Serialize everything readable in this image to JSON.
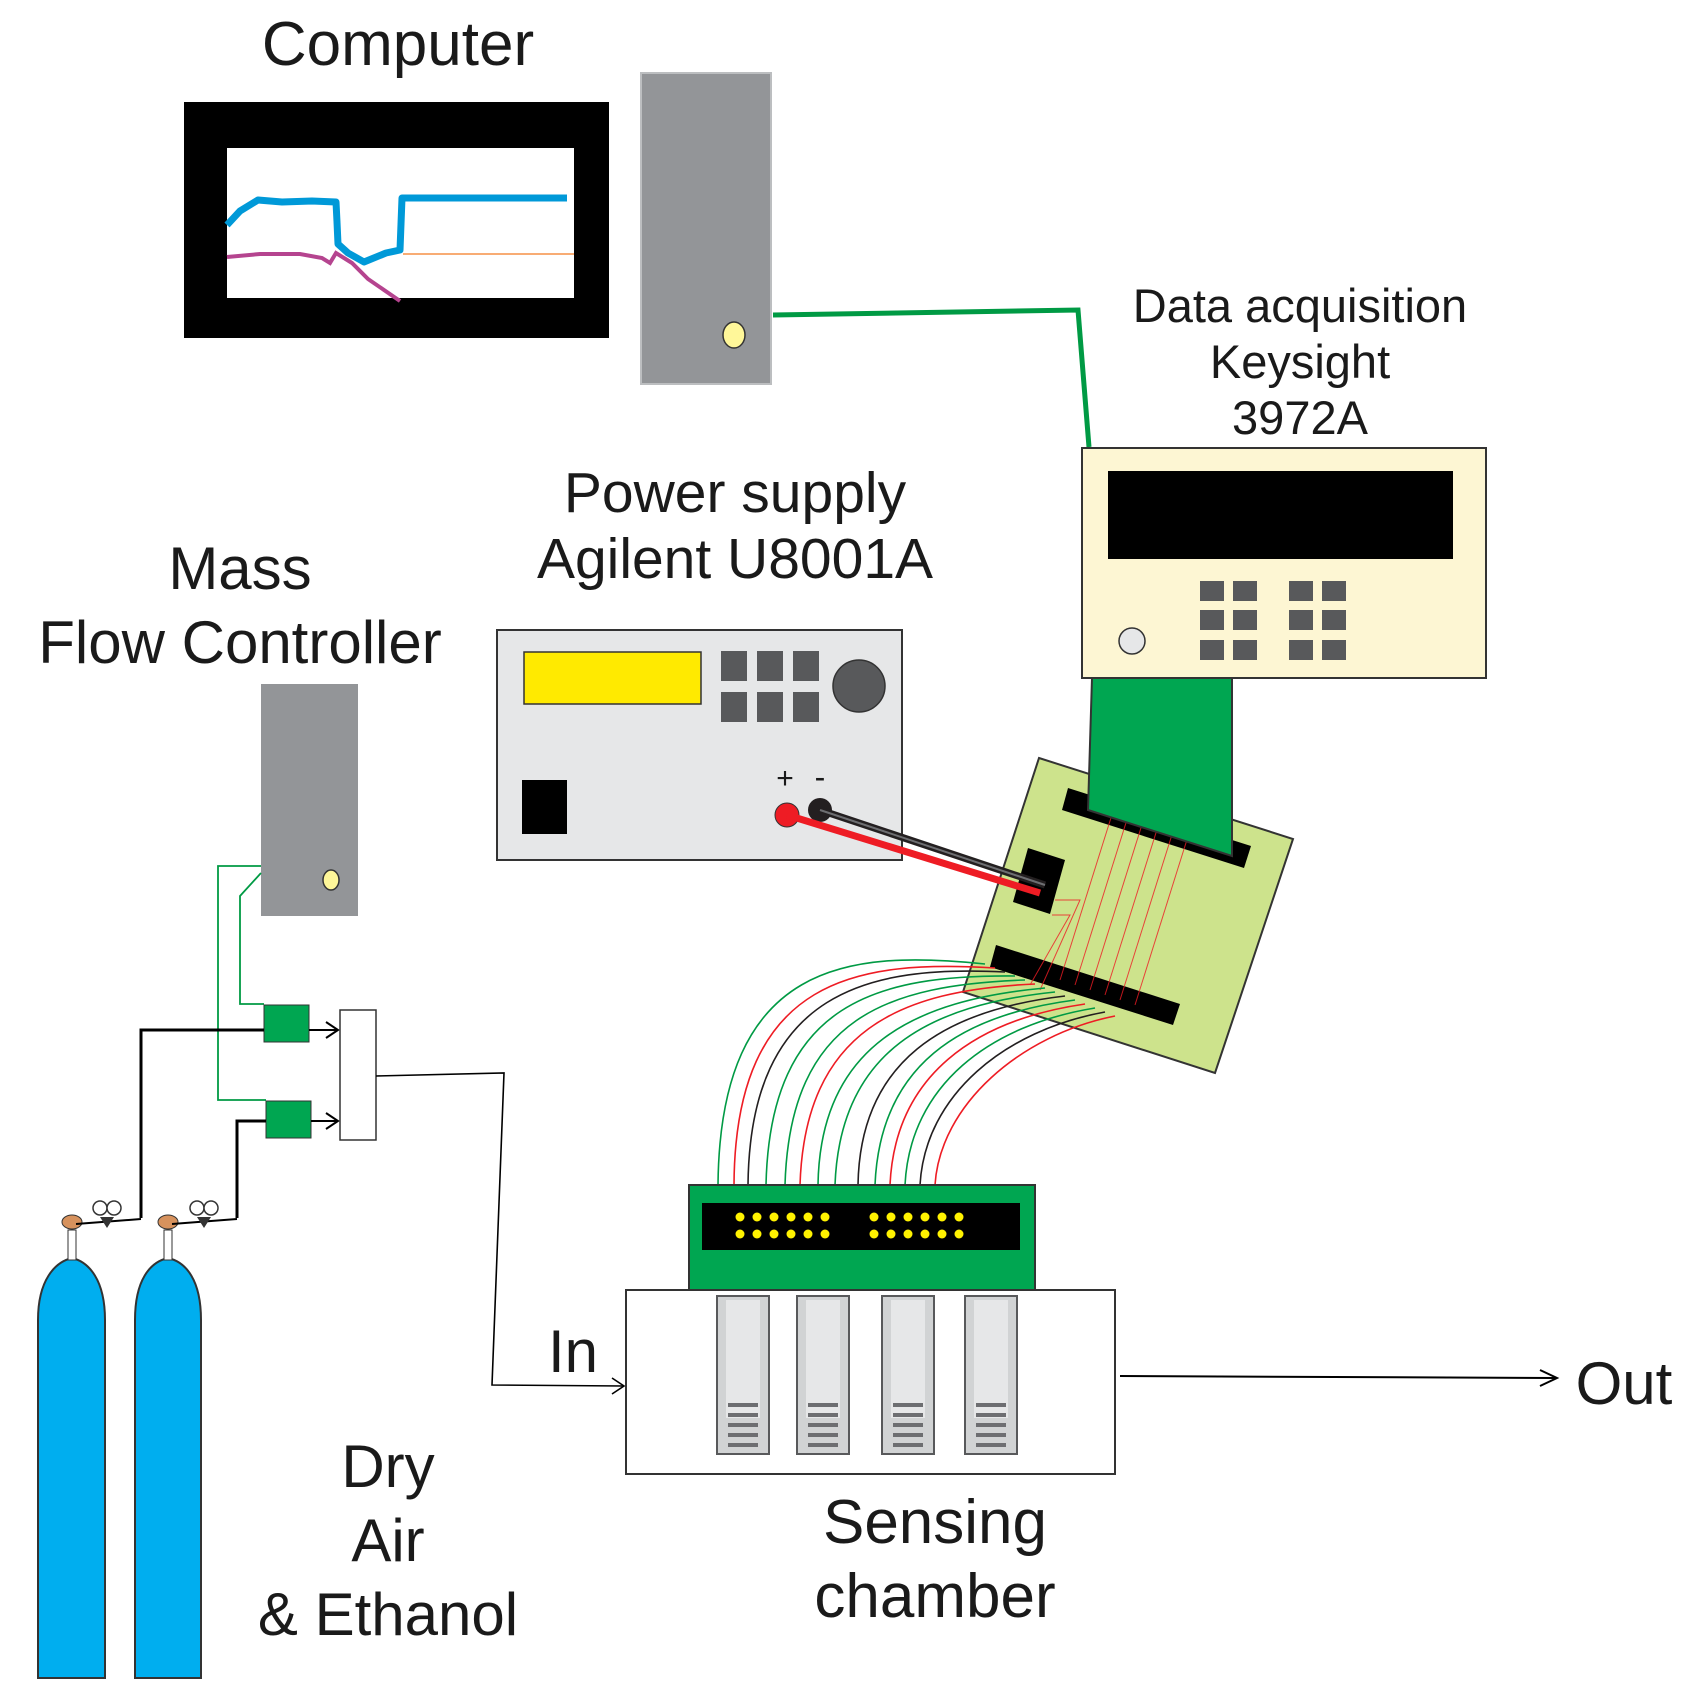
{
  "labels": {
    "computer": "Computer",
    "daq": {
      "line1": "Data acquisition",
      "line2": "Keysight",
      "line3": "3972A"
    },
    "power_supply": {
      "line1": "Power supply",
      "line2": "Agilent U8001A",
      "plus": "+",
      "minus": "-"
    },
    "mfc": {
      "line1": "Mass",
      "line2": "Flow Controller"
    },
    "gas": {
      "line1": "Dry",
      "line2": "Air",
      "line3": "& Ethanol"
    },
    "chamber": {
      "line1": "Sensing",
      "line2": "chamber"
    },
    "inlet": "In",
    "outlet": "Out"
  },
  "colors": {
    "cylinder": "#00aeef",
    "cable_green": "#009a44",
    "daq_body": "#fdf6d3",
    "pcb": "#cde38c",
    "display_yellow": "#ffea00",
    "screen_blue_trace": "#0099d8",
    "screen_magenta_trace": "#b5448f",
    "lead_red": "#ee1c24",
    "lead_black": "#333333"
  }
}
